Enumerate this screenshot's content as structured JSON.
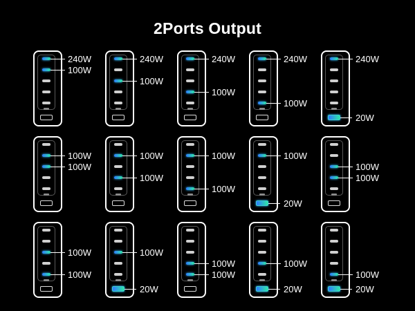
{
  "title": "2Ports Output",
  "colors": {
    "background": "#000000",
    "text": "#ffffff",
    "active_port_gradient": [
      "#2f7bff",
      "#2fe6a6"
    ],
    "inactive_port": "#cfcfcf"
  },
  "rows": [
    {
      "chargers": [
        {
          "name": "config-c1-c2",
          "labels": [
            {
              "port": "c1",
              "text": "240W"
            },
            {
              "port": "c2",
              "text": "100W"
            }
          ]
        },
        {
          "name": "config-c1-c3",
          "labels": [
            {
              "port": "c1",
              "text": "240W"
            },
            {
              "port": "c3",
              "text": "100W"
            }
          ]
        },
        {
          "name": "config-c1-c4",
          "labels": [
            {
              "port": "c1",
              "text": "240W"
            },
            {
              "port": "c4",
              "text": "100W"
            }
          ]
        },
        {
          "name": "config-c1-c5",
          "labels": [
            {
              "port": "c1",
              "text": "240W"
            },
            {
              "port": "c5",
              "text": "100W"
            }
          ]
        },
        {
          "name": "config-c1-a",
          "labels": [
            {
              "port": "c1",
              "text": "240W"
            },
            {
              "port": "a",
              "text": "20W"
            }
          ]
        }
      ]
    },
    {
      "chargers": [
        {
          "name": "config-c2-c3",
          "labels": [
            {
              "port": "c2",
              "text": "100W"
            },
            {
              "port": "c3",
              "text": "100W"
            }
          ]
        },
        {
          "name": "config-c2-c4",
          "labels": [
            {
              "port": "c2",
              "text": "100W"
            },
            {
              "port": "c4",
              "text": "100W"
            }
          ]
        },
        {
          "name": "config-c2-c5",
          "labels": [
            {
              "port": "c2",
              "text": "100W"
            },
            {
              "port": "c5",
              "text": "100W"
            }
          ]
        },
        {
          "name": "config-c2-a",
          "labels": [
            {
              "port": "c2",
              "text": "100W"
            },
            {
              "port": "a",
              "text": "20W"
            }
          ]
        },
        {
          "name": "config-c3-c4",
          "labels": [
            {
              "port": "c3",
              "text": "100W"
            },
            {
              "port": "c4",
              "text": "100W"
            }
          ]
        }
      ]
    },
    {
      "chargers": [
        {
          "name": "config-c3-c5",
          "labels": [
            {
              "port": "c3",
              "text": "100W"
            },
            {
              "port": "c5",
              "text": "100W"
            }
          ]
        },
        {
          "name": "config-c3-a",
          "labels": [
            {
              "port": "c3",
              "text": "100W"
            },
            {
              "port": "a",
              "text": "20W"
            }
          ]
        },
        {
          "name": "config-c4-c5",
          "labels": [
            {
              "port": "c4",
              "text": "100W"
            },
            {
              "port": "c5",
              "text": "100W"
            }
          ]
        },
        {
          "name": "config-c4-a",
          "labels": [
            {
              "port": "c4",
              "text": "100W"
            },
            {
              "port": "a",
              "text": "20W"
            }
          ]
        },
        {
          "name": "config-c5-a",
          "labels": [
            {
              "port": "c5",
              "text": "100W"
            },
            {
              "port": "a",
              "text": "20W"
            }
          ]
        }
      ]
    }
  ]
}
